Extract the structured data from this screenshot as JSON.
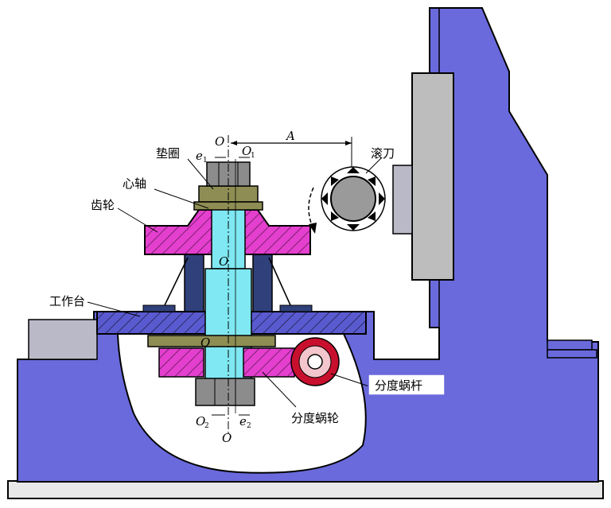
{
  "labels": {
    "gasket": "垫圈",
    "mandrel": "心轴",
    "gear": "齿轮",
    "worktable": "工作台",
    "hob": "滚刀",
    "index_worm": "分度蜗杆",
    "index_worm_wheel": "分度蜗轮"
  },
  "symbols": {
    "O": "O",
    "O_bottom": "O",
    "O_mid": "O",
    "O_low": "O",
    "e": "e",
    "A": "A"
  },
  "subscripts": {
    "one": "1",
    "two": "2"
  },
  "colors": {
    "machine_body": "#6a6adc",
    "machine_shadow": "#4f4fbe",
    "base_plate": "#e8e8e8",
    "cavity": "#ffffff",
    "gear": "#e43fce",
    "worm_wheel": "#e43fce",
    "mandrel": "#7fe8f2",
    "gasket": "#8e8e54",
    "nut": "#8c8c8c",
    "table": "#5a5ad0",
    "support": "#30407a",
    "hob_head": "#bdbdbd",
    "worm": "#c8102e",
    "outline": "#000000"
  }
}
